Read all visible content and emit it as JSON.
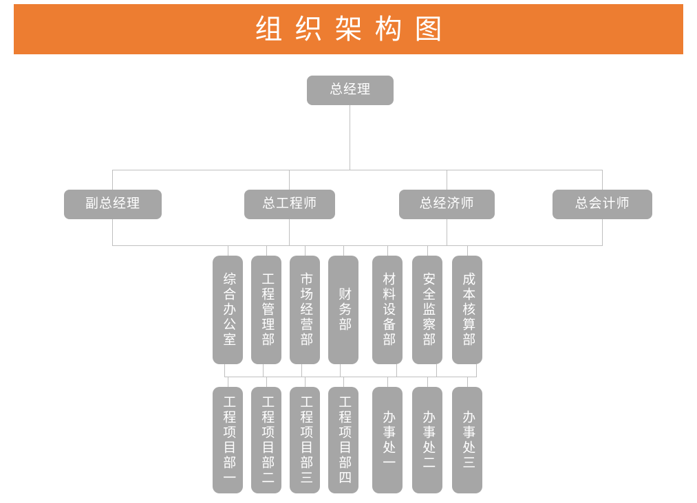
{
  "banner": {
    "title": "组织架构图",
    "background_color": "#ED7D31",
    "text_color": "#FFFFFF"
  },
  "theme": {
    "node_fill": "#A6A6A6",
    "node_text": "#FFFFFF",
    "connector_color": "#BFBFBF",
    "page_background": "#FFFFFF"
  },
  "org": {
    "level1": {
      "gm": "总经理"
    },
    "level2": [
      {
        "id": "deputy-gm",
        "label": "副总经理"
      },
      {
        "id": "chief-engineer",
        "label": "总工程师"
      },
      {
        "id": "chief-economist",
        "label": "总经济师"
      },
      {
        "id": "chief-accountant",
        "label": "总会计师"
      }
    ],
    "level3": [
      {
        "id": "general-office",
        "label": "综合办公室"
      },
      {
        "id": "eng-mgmt-dept",
        "label": "工程管理部"
      },
      {
        "id": "market-ops-dept",
        "label": "市场经营部"
      },
      {
        "id": "finance-dept",
        "label": "财务部"
      },
      {
        "id": "material-equip-dept",
        "label": "材料设备部"
      },
      {
        "id": "safety-supervision-dept",
        "label": "安全监察部"
      },
      {
        "id": "cost-accounting-dept",
        "label": "成本核算部"
      }
    ],
    "level4": [
      {
        "id": "project-dept-1",
        "label": "工程项目部一"
      },
      {
        "id": "project-dept-2",
        "label": "工程项目部二"
      },
      {
        "id": "project-dept-3",
        "label": "工程项目部三"
      },
      {
        "id": "project-dept-4",
        "label": "工程项目部四"
      },
      {
        "id": "office-1",
        "label": "办事处一"
      },
      {
        "id": "office-2",
        "label": "办事处二"
      },
      {
        "id": "office-3",
        "label": "办事处三"
      }
    ]
  }
}
